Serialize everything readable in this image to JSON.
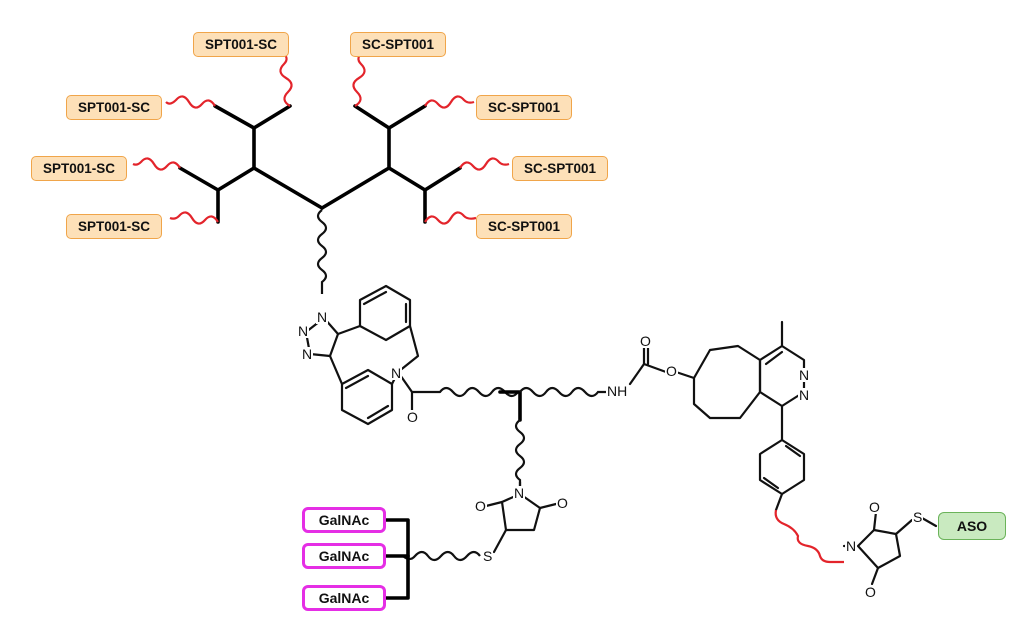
{
  "payload_labels": {
    "left": [
      "SPT001-SC",
      "SPT001-SC",
      "SPT001-SC",
      "SPT001-SC"
    ],
    "right": [
      "SC-SPT001",
      "SC-SPT001",
      "SC-SPT001",
      "SC-SPT001"
    ]
  },
  "ligand_labels": [
    "GalNAc",
    "GalNAc",
    "GalNAc"
  ],
  "oligo_label": "ASO",
  "atoms": {
    "n_triazole_1": "N",
    "n_triazole_2": "N",
    "n_triazole_3": "N",
    "n_amide": "N",
    "o_amide": "O",
    "nh_carbamate": "NH",
    "o_carbamate_top": "O",
    "o_carbamate_ester": "O",
    "n_pyridazine_1": "N",
    "n_pyridazine_2": "N",
    "n_maleimide_1": "N",
    "o_maleimide_1a": "O",
    "o_maleimide_1b": "O",
    "s_thioether_1": "S",
    "n_maleimide_2": "N",
    "o_maleimide_2a": "O",
    "o_maleimide_2b": "O",
    "s_thioether_2": "S"
  },
  "colors": {
    "payload_fill": "#fde0b8",
    "payload_border": "#f0a54a",
    "galnac_border": "#e52ee5",
    "aso_fill": "#c9eac0",
    "aso_border": "#6bb35a",
    "linker_red": "#e3242b",
    "bond_black": "#111111"
  }
}
